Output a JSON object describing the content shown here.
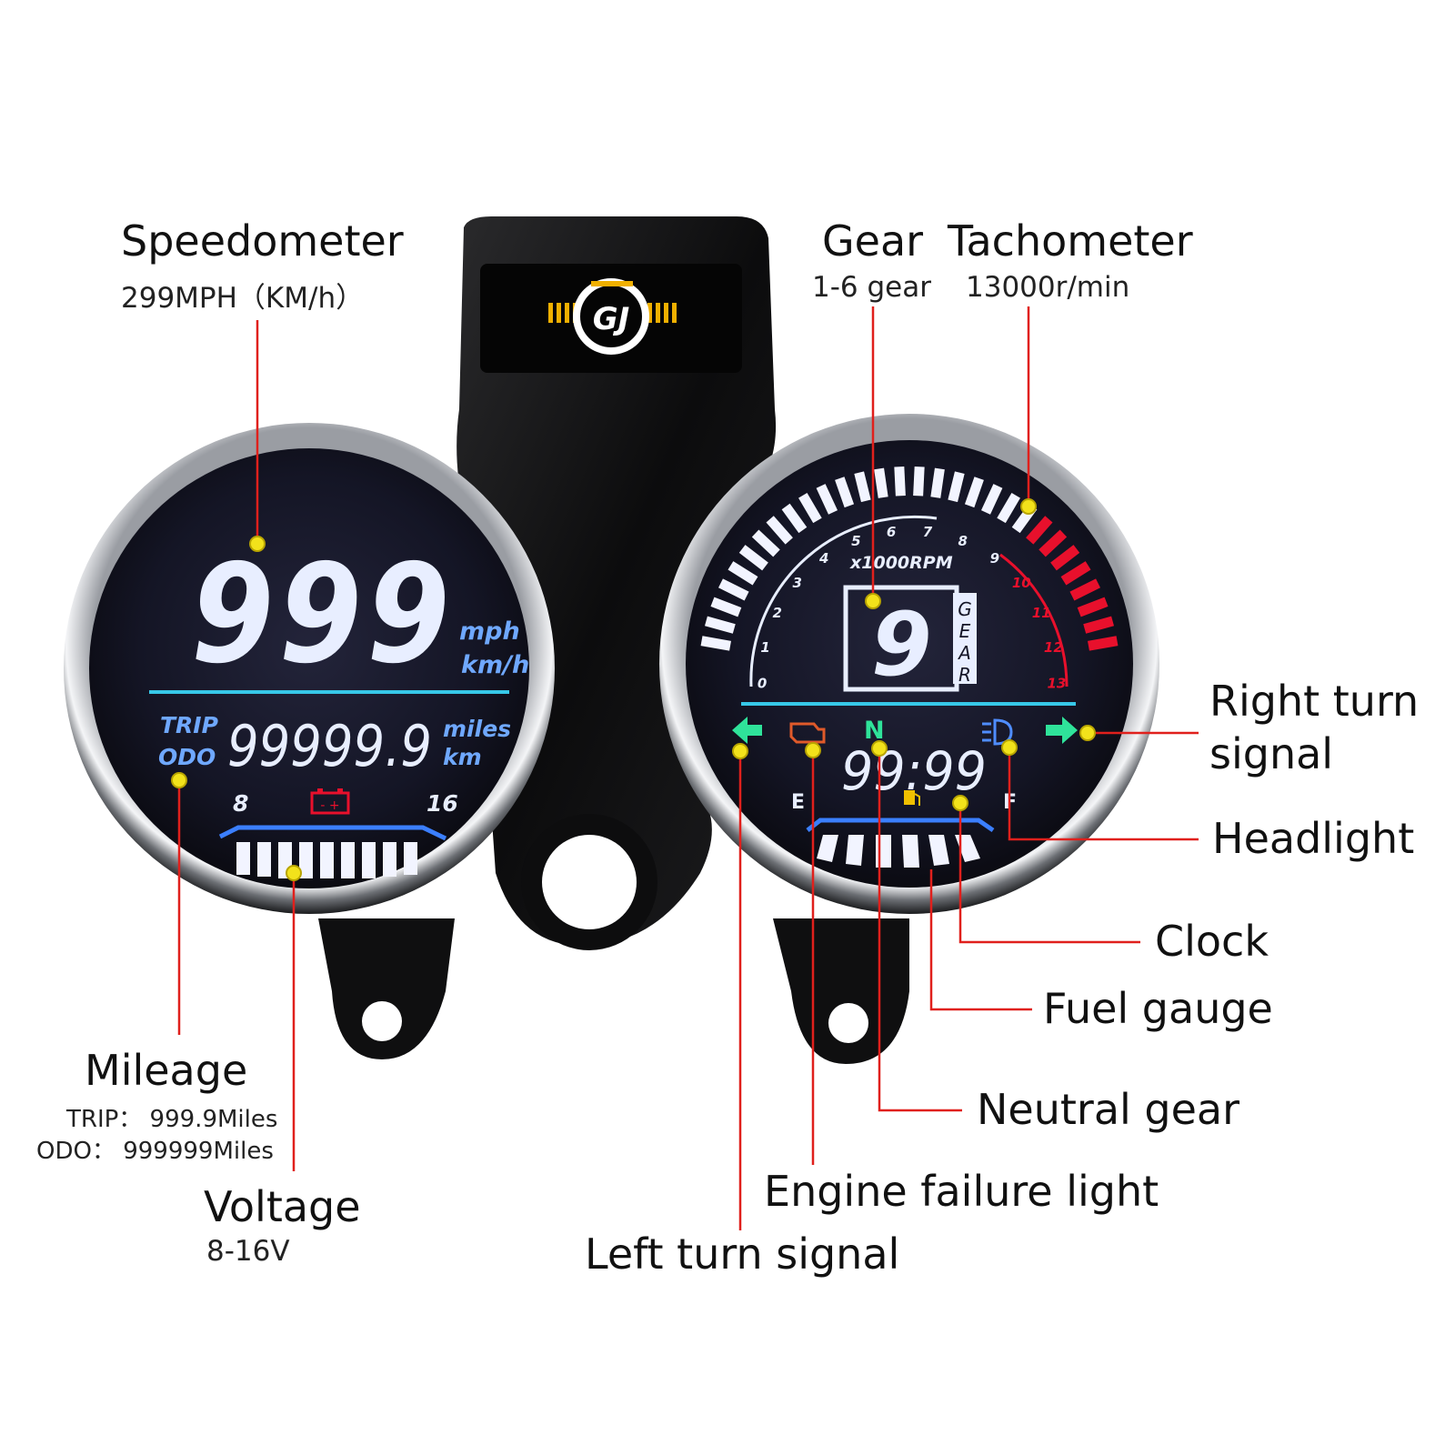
{
  "callouts": {
    "speedometer": {
      "title": "Speedometer",
      "detail": "299MPH（KM/h）"
    },
    "gear": {
      "title": "Gear",
      "detail": "1-6 gear"
    },
    "tachometer": {
      "title": "Tachometer",
      "detail": "13000r/min"
    },
    "right_turn": {
      "line1": "Right turn",
      "line2": "signal"
    },
    "headlight": "Headlight",
    "clock": "Clock",
    "fuel_gauge": "Fuel gauge",
    "neutral_gear": "Neutral gear",
    "engine_failure": "Engine failure light",
    "left_turn": "Left turn signal",
    "mileage": {
      "title": "Mileage",
      "trip": "TRIP： 999.9Miles",
      "odo": "ODO： 999999Miles"
    },
    "voltage": {
      "title": "Voltage",
      "detail": "8-16V"
    }
  },
  "left_gauge": {
    "speed_value": "999",
    "unit_mph": "mph",
    "unit_kmh": "km/h",
    "trip_label": "TRIP",
    "odo_label": "ODO",
    "mileage_value": "99999.9",
    "unit_miles": "miles",
    "unit_km": "km",
    "volt_min": "8",
    "volt_max": "16"
  },
  "right_gauge": {
    "rpm_label": "x1000RPM",
    "rpm_ticks": [
      "0",
      "1",
      "2",
      "3",
      "4",
      "5",
      "6",
      "7",
      "8",
      "9",
      "10",
      "11",
      "12",
      "13"
    ],
    "gear_value": "9",
    "gear_word": [
      "G",
      "E",
      "A",
      "R"
    ],
    "neutral": "N",
    "clock_value": "99:99",
    "fuel_empty": "E",
    "fuel_full": "F"
  },
  "colors": {
    "callout_line": "#e0201c",
    "marker": "#f2e21b",
    "lcd_white": "#e8eeff",
    "lcd_blue": "#6fa8ff",
    "divider": "#37c8e8",
    "redline": "#e8102c",
    "turn_green": "#2fe39a"
  }
}
